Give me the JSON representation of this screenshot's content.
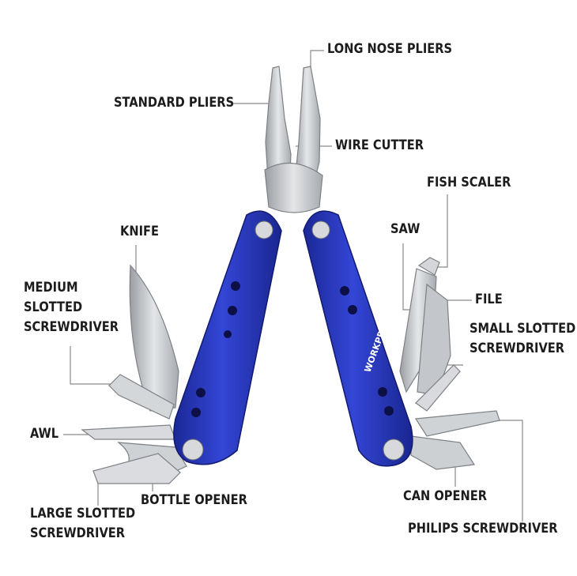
{
  "brand": "WORKPRO",
  "colors": {
    "handle": "#2a3bc4",
    "handle_dark": "#19238a",
    "steel": "#c9ccd0",
    "steel_dark": "#8e9297",
    "leader": "#8a8a8a",
    "text": "#1c1c1c"
  },
  "labels": {
    "long_nose_pliers": "LONG NOSE PLIERS",
    "standard_pliers": "STANDARD PLIERS",
    "wire_cutter": "WIRE CUTTER",
    "fish_scaler": "FISH SCALER",
    "knife": "KNIFE",
    "saw": "SAW",
    "medium_slotted": [
      "MEDIUM",
      "SLOTTED",
      "SCREWDRIVER"
    ],
    "file": "FILE",
    "small_slotted": [
      "SMALL SLOTTED",
      "SCREWDRIVER"
    ],
    "awl": "AWL",
    "bottle_opener": "BOTTLE OPENER",
    "can_opener": "CAN OPENER",
    "large_slotted": [
      "LARGE SLOTTED",
      "SCREWDRIVER"
    ],
    "philips_screwdriver": "PHILIPS SCREWDRIVER"
  }
}
